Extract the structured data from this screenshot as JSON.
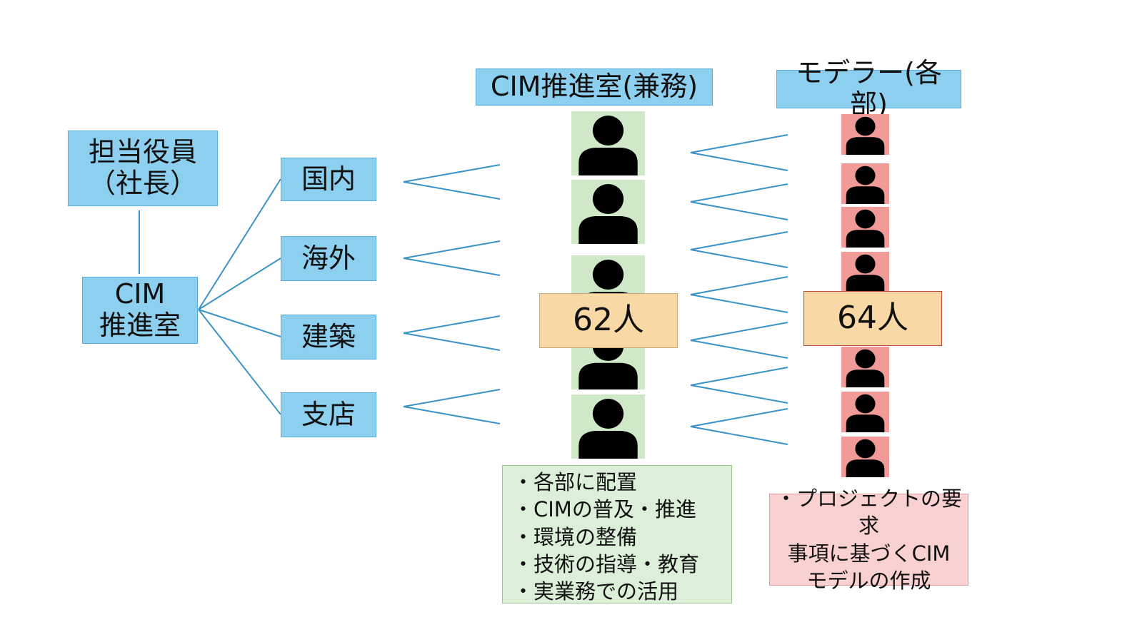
{
  "officer_box": {
    "line1": "担当役員",
    "line2": "（社長）"
  },
  "cim_office_box": {
    "line1": "CIM",
    "line2": "推進室"
  },
  "departments": [
    {
      "label": "国内"
    },
    {
      "label": "海外"
    },
    {
      "label": "建築"
    },
    {
      "label": "支店"
    }
  ],
  "concurrent_staff": {
    "title": "CIM推進室(兼務)",
    "count": "62人",
    "duties": [
      "・各部に配置",
      "・CIMの普及・推進",
      "・環境の整備",
      "・技術の指導・教育",
      "・実業務での活用"
    ],
    "tile_color": "#cfe8c8"
  },
  "modelers": {
    "title": "モデラー(各部)",
    "count": "64人",
    "duties": [
      "・プロジェクトの要求",
      "事項に基づくCIM",
      "モデルの作成"
    ],
    "tile_color": "#f19b98"
  },
  "colors": {
    "line": "#3a93c6",
    "box_blue": "#8dcfef",
    "count_box": "#f8d9a6",
    "person": "#000000"
  }
}
